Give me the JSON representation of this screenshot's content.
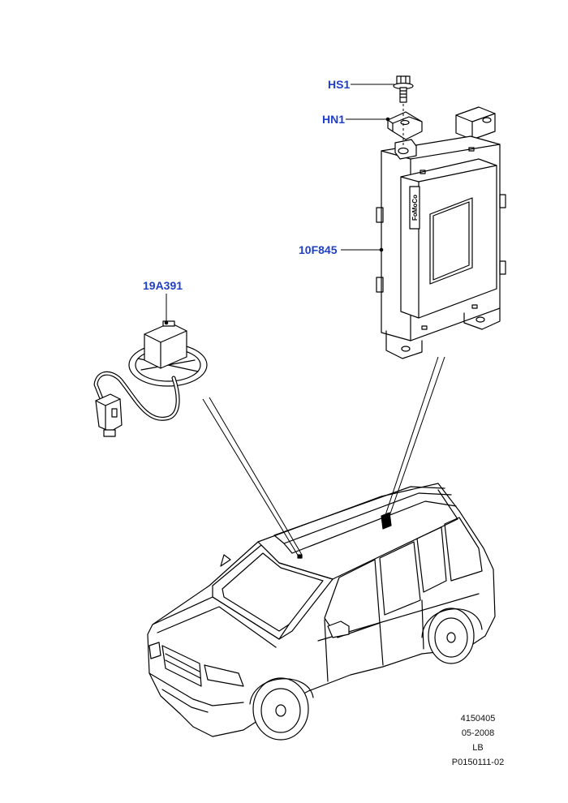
{
  "callouts": {
    "hs1": "HS1",
    "hn1": "HN1",
    "module": "10F845",
    "antenna": "19A391"
  },
  "footer": {
    "code": "4150405",
    "date": "05-2008",
    "region": "LB",
    "ref": "P0150111-02"
  },
  "module_label": "FoMoCo",
  "colors": {
    "callout": "#1f3fc9",
    "line": "#000000"
  }
}
